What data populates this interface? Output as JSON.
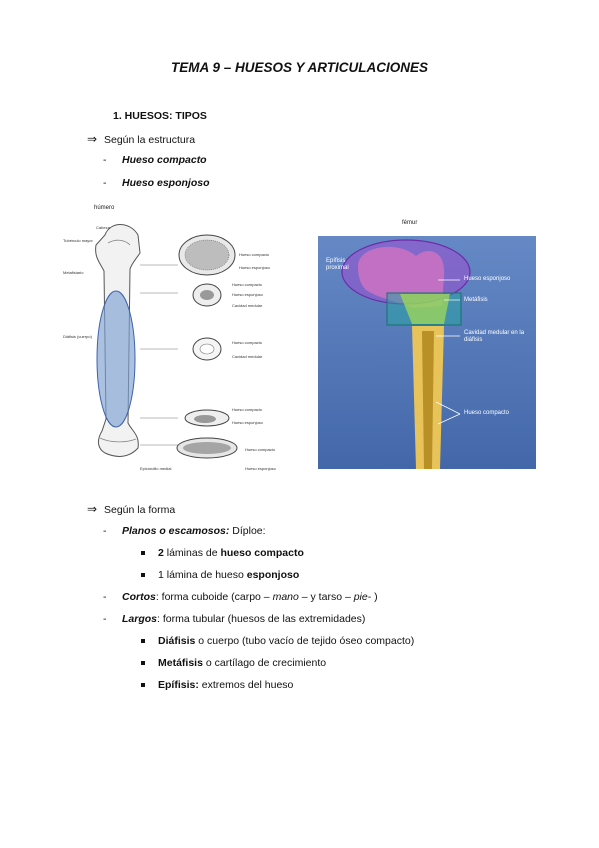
{
  "title": "TEMA 9 – HUESOS Y ARTICULACIONES",
  "section1": "1. HUESOS: TIPOS",
  "estructura": {
    "heading": "Según la estructura",
    "items": [
      "Hueso compacto",
      "Hueso esponjoso"
    ]
  },
  "humero": {
    "caption": "húmero",
    "labels_left": [
      "Cabeza",
      "Tubérculo mayor",
      "Metafisiario",
      "Diáfisis (cuerpo)"
    ],
    "labels_sections": [
      "Hueso compacto",
      "Hueso esponjoso",
      "Hueso compacto",
      "Hueso esponjoso",
      "Cavidad medular",
      "Hueso compacto",
      "Cavidad medular",
      "Hueso compacto",
      "Hueso esponjoso",
      "Hueso compacto",
      "Hueso esponjoso"
    ],
    "label_bottom": "Epicóndilo medial"
  },
  "femur": {
    "caption": "fémur",
    "labels": [
      "Epífisis proximal",
      "Hueso esponjoso",
      "Metáfisis",
      "Cavidad medular en la diáfisis",
      "Hueso compacto"
    ]
  },
  "forma": {
    "heading": "Según la forma",
    "planos": {
      "label": "Planos o escamosos:",
      "rest": " Díploe:"
    },
    "planos_sub": [
      {
        "a": "2",
        "b": " láminas de ",
        "c": "hueso compacto"
      },
      {
        "a": "1 lámina de hueso ",
        "b": "esponjoso"
      }
    ],
    "cortos": {
      "label": "Cortos",
      "rest1": ": forma cuboide (carpo – ",
      "mano": "mano",
      "rest2": " – y tarso – ",
      "pie": "pie",
      "rest3": "- )"
    },
    "largos": {
      "label": "Largos",
      "rest": ": forma tubular (huesos de las extremidades)"
    },
    "largos_sub": [
      {
        "bold": "Diáfisis",
        "rest": " o cuerpo (tubo vacío de tejido óseo compacto)"
      },
      {
        "bold": "Metáfisis",
        "rest": " o cartílago de crecimiento"
      },
      {
        "bold": "Epífisis:",
        "rest": " extremos del hueso"
      }
    ]
  },
  "colors": {
    "highlight_blue": "#7d9fd3",
    "highlight_purple": "#9a4fcf",
    "highlight_teal": "#2aa3a3",
    "femur_bg": "#4f74b4"
  }
}
